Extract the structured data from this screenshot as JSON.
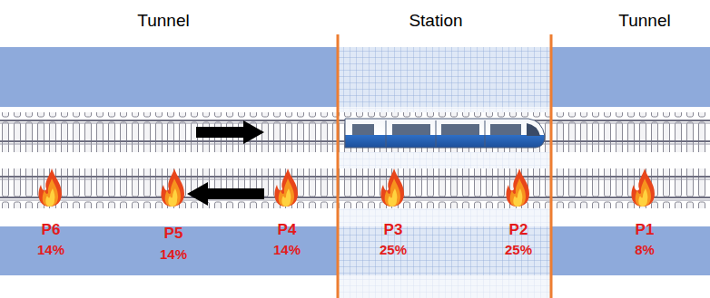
{
  "diagram": {
    "labels": [
      "Tunnel",
      "Station",
      "Tunnel",
      "P6",
      "14%",
      "P5",
      "14%",
      "P4",
      "14%",
      "P3",
      "25%",
      "P2",
      "25%",
      "P1",
      "8%"
    ]
  }
}
